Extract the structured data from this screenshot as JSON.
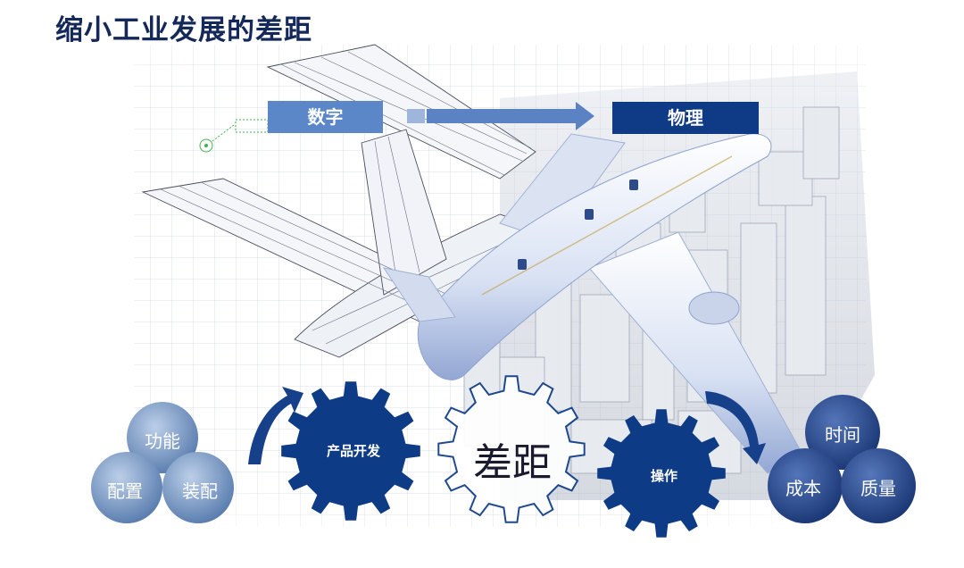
{
  "title": "缩小工业发展的差距",
  "boxes": {
    "digital": "数字",
    "physical": "物理"
  },
  "gears": {
    "left": "产品开发",
    "center": "差距",
    "right": "操作"
  },
  "left_cluster": {
    "top": "功能",
    "left": "配置",
    "right": "装配"
  },
  "right_cluster": {
    "top": "时间",
    "left": "成本",
    "right": "质量"
  },
  "colors": {
    "dark_navy": "#0e3a86",
    "mid_blue": "#5b87c8",
    "title": "#14285a"
  },
  "icons": [
    "airplane-wireframe",
    "airplane-render",
    "city-skyline",
    "gear",
    "curved-arrow",
    "right-arrow"
  ]
}
